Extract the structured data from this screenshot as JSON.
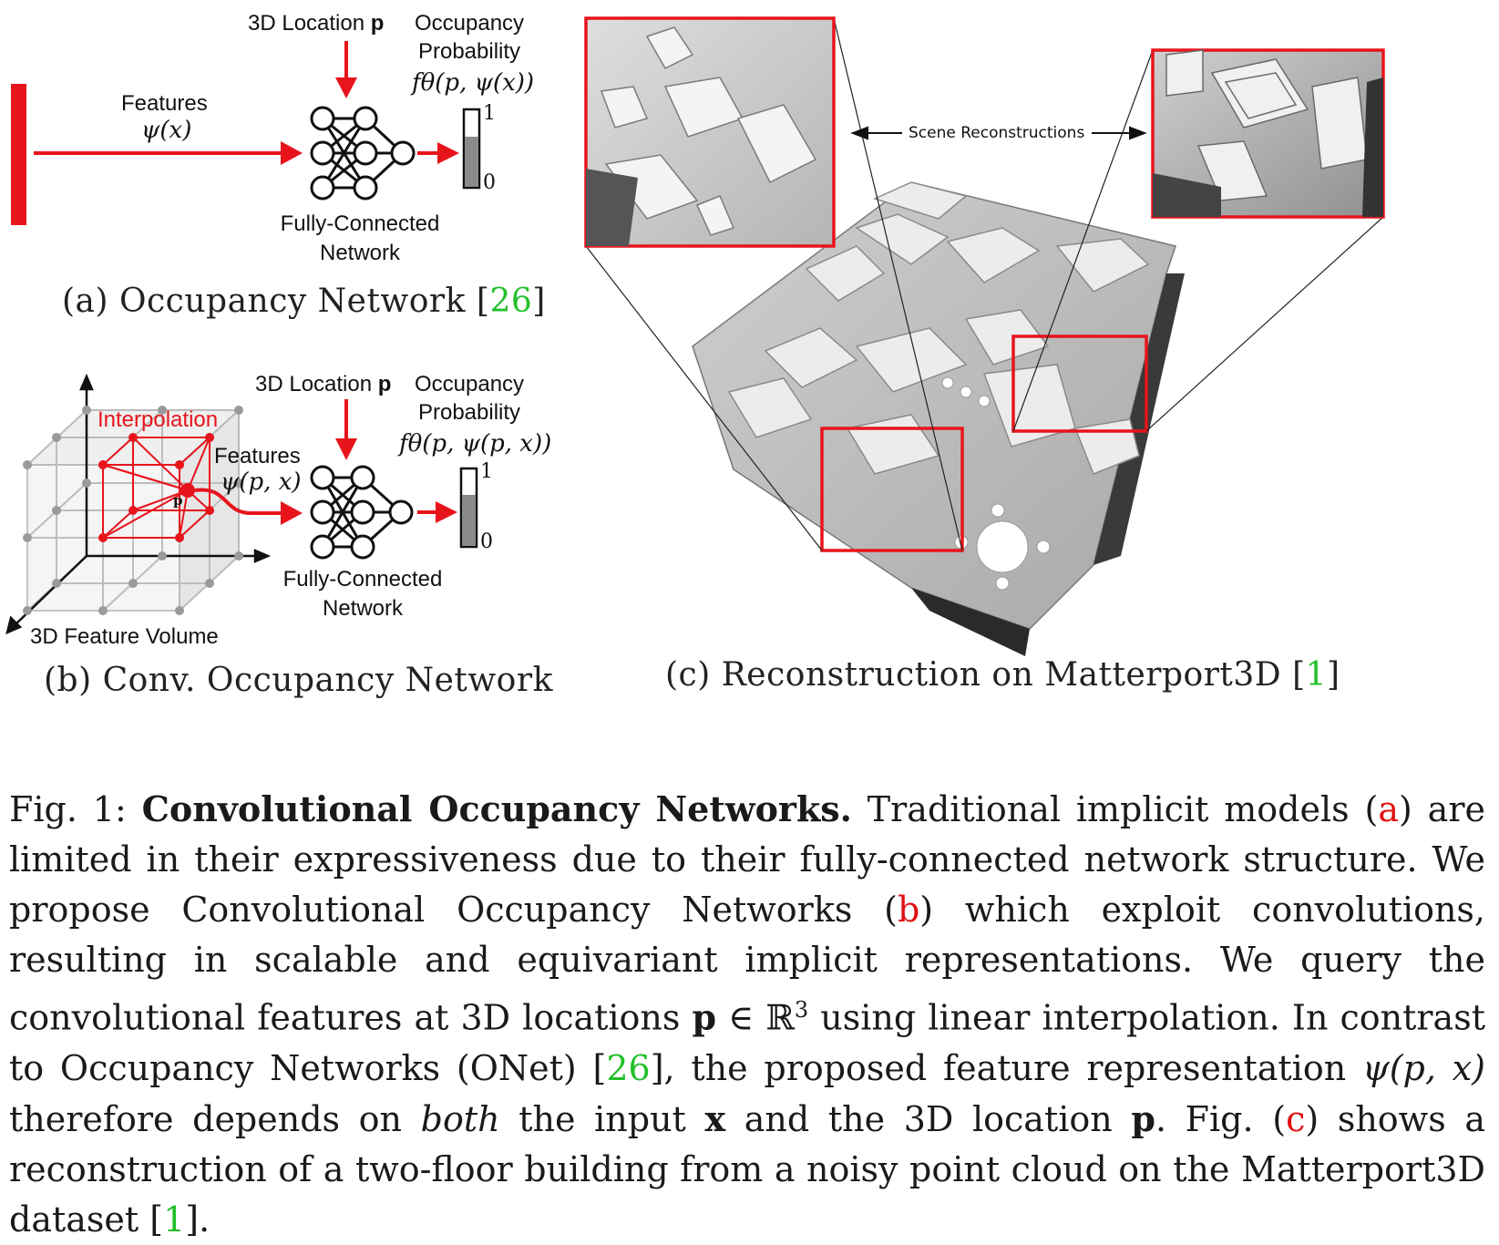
{
  "panel_a": {
    "location_label": "3D Location",
    "location_symbol": "p",
    "occupancy_line1": "Occupancy",
    "occupancy_line2": "Probability",
    "occupancy_func": "fθ(p, ψ(x))",
    "features_label": "Features",
    "features_func": "ψ(x)",
    "scale_top": "1",
    "scale_bottom": "0",
    "network_line1": "Fully-Connected",
    "network_line2": "Network",
    "caption_prefix": "(a) Occupancy Network [",
    "caption_ref": "26",
    "caption_suffix": "]"
  },
  "panel_b": {
    "location_label": "3D Location",
    "location_symbol": "p",
    "occupancy_line1": "Occupancy",
    "occupancy_line2": "Probability",
    "occupancy_func": "fθ(p, ψ(p, x))",
    "interpolation_label": "Interpolation",
    "features_label": "Features",
    "features_func": "ψ(p, x)",
    "point_label": "p",
    "scale_top": "1",
    "scale_bottom": "0",
    "network_line1": "Fully-Connected",
    "network_line2": "Network",
    "volume_label": "3D Feature Volume",
    "caption": "(b) Conv. Occupancy Network"
  },
  "panel_c": {
    "scene_label": "Scene Reconstructions",
    "caption_prefix": "(c) Reconstruction on Matterport3D [",
    "caption_ref": "1",
    "caption_suffix": "]"
  },
  "caption": {
    "fig_label": "Fig. 1:",
    "title": "Convolutional Occupancy Networks.",
    "t1": "Traditional implicit models (",
    "ref_a": "a",
    "t2": ") are limited in their expressiveness due to their fully-connected network structure. We propose Convolutional Occupancy Networks (",
    "ref_b": "b",
    "t3": ") which exploit convolutions, resulting in scalable and equivariant implicit representations. We query the convolutional features at 3D locations ",
    "p_sym": "p",
    "t4": " ∈ ℝ",
    "sup3": "3",
    "t5": " using linear interpolation. In contrast to Occupancy Networks (ONet) [",
    "ref_26": "26",
    "t6": "], the proposed feature representation ",
    "psi": "ψ(p, x)",
    "t7": " therefore depends on ",
    "both": "both",
    "t8": " the input ",
    "x_sym": "x",
    "t9": " and the 3D location ",
    "p_sym2": "p",
    "t10": ". Fig. (",
    "ref_c": "c",
    "t11": ") shows a reconstruction of a two-floor building from a noisy point cloud on the Matterport3D dataset [",
    "ref_1": "1",
    "t12": "]."
  },
  "colors": {
    "accent_red": "#e8141c",
    "ref_green": "#22c02a",
    "ref_red": "#e01010"
  }
}
